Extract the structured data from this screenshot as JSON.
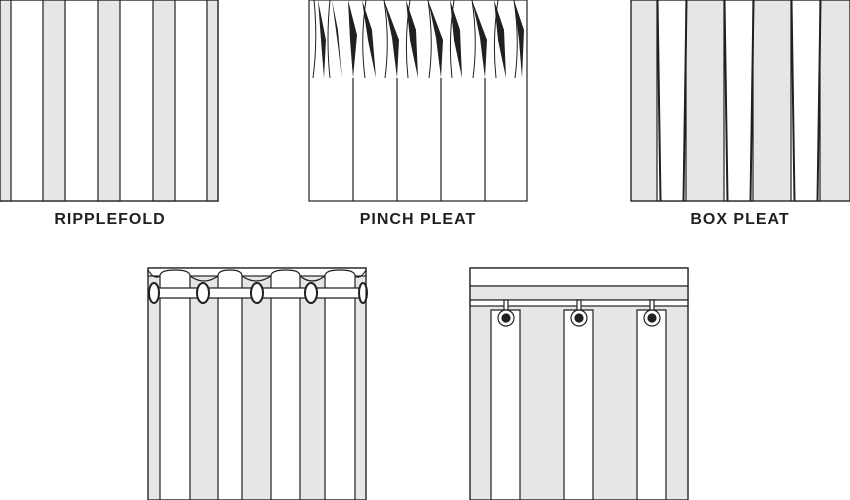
{
  "labels": {
    "ripplefold": "RIPPLEFOLD",
    "pinch_pleat": "PINCH PLEAT",
    "box_pleat": "BOX PLEAT"
  },
  "colors": {
    "stroke": "#231f20",
    "shade": "#e6e6e6",
    "fill": "#ffffff"
  }
}
